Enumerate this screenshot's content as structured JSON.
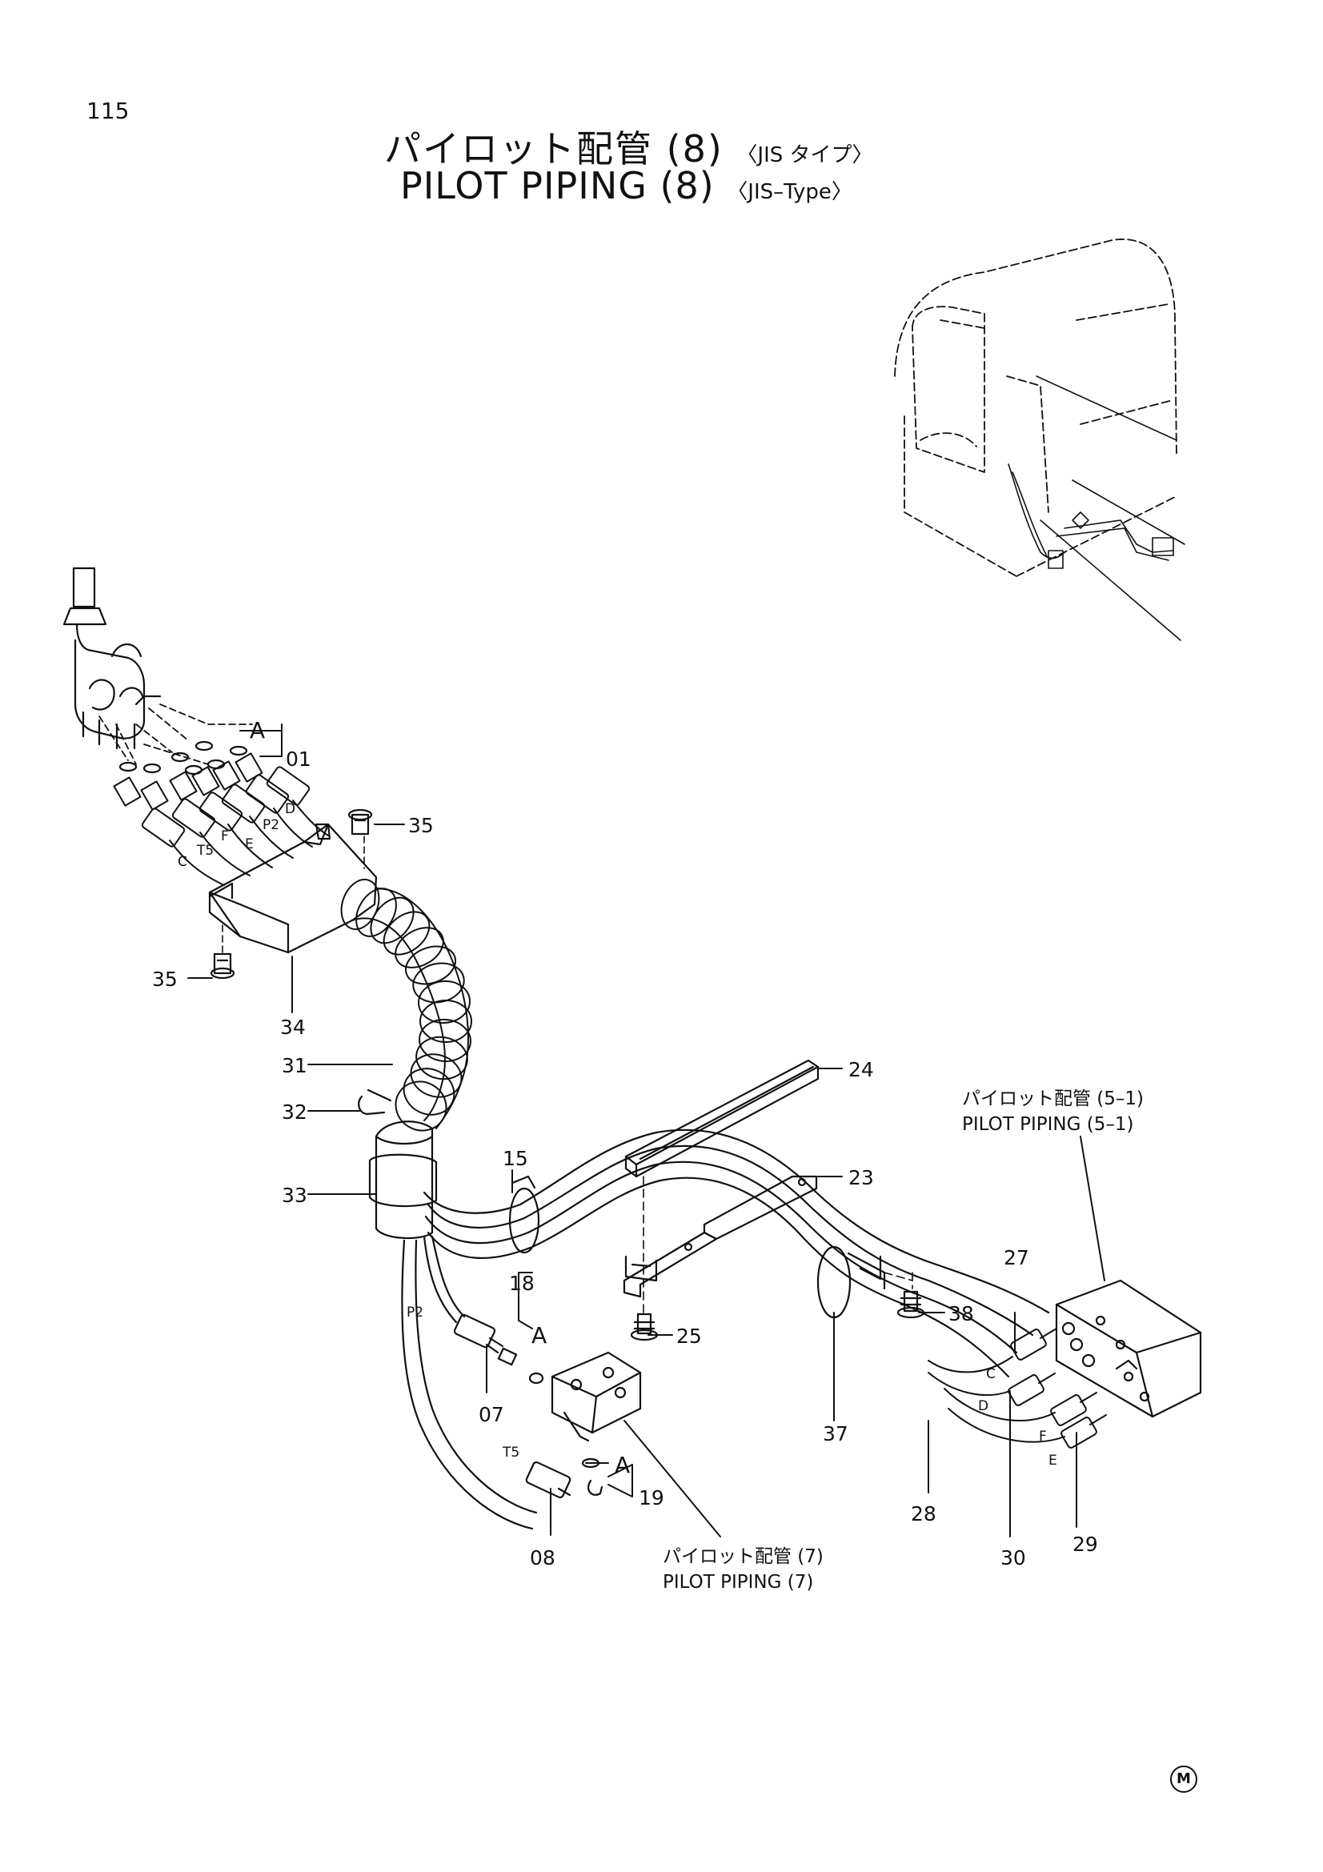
{
  "page_number": "115",
  "title": {
    "ja": "パイロット配管 (8)",
    "ja_type": "〈JIS タイプ〉",
    "en": "PILOT PIPING (8)",
    "en_type": "〈JIS–Type〉"
  },
  "part_callouts": [
    "01",
    "07",
    "08",
    "15",
    "18",
    "19",
    "23",
    "24",
    "25",
    "27",
    "28",
    "29",
    "30",
    "31",
    "32",
    "33",
    "34",
    "35",
    "35",
    "37",
    "38"
  ],
  "detail_marker": "A",
  "port_labels": [
    "C",
    "T5",
    "F",
    "E",
    "P2",
    "D",
    "P2",
    "T5",
    "C",
    "D",
    "F",
    "E"
  ],
  "references": [
    {
      "ja": "パイロット配管 (5–1)",
      "en": "PILOT PIPING (5–1)"
    },
    {
      "ja": "パイロット配管 (7)",
      "en": "PILOT PIPING (7)"
    }
  ],
  "maker_mark": "M",
  "colors": {
    "ink": "#111111",
    "paper": "#ffffff"
  }
}
